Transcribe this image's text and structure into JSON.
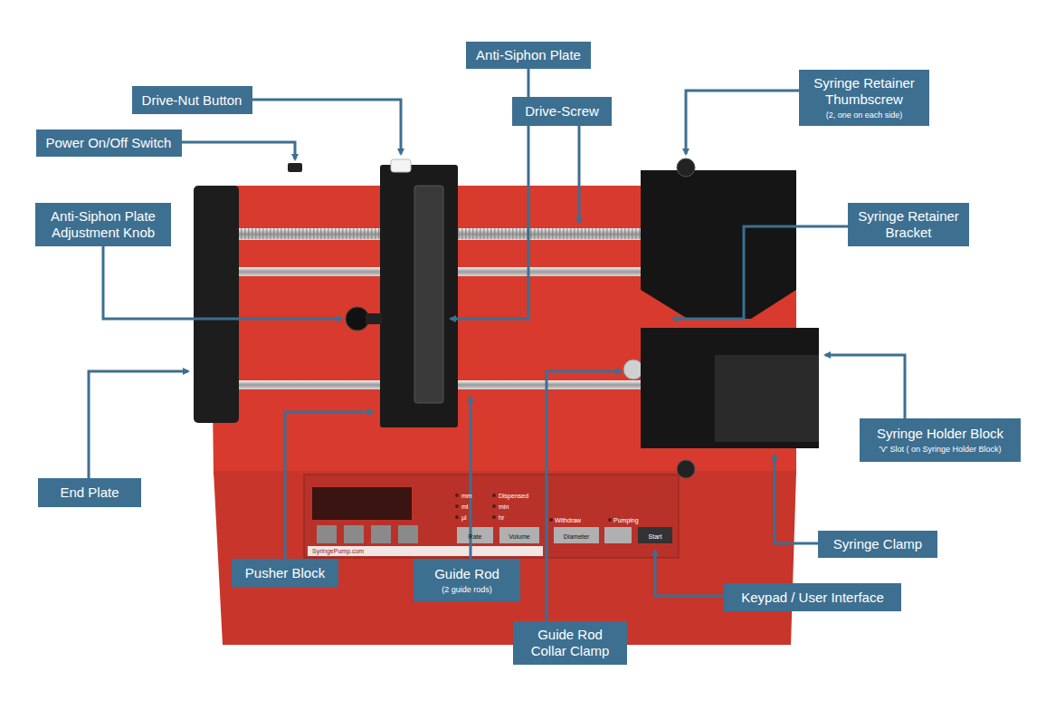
{
  "diagram": {
    "nodes": [
      {
        "text": [
          "Anti-Siphon Plate"
        ]
      },
      {
        "text": [
          "Drive-Nut Button"
        ]
      },
      {
        "text": [
          "Drive-Screw"
        ]
      },
      {
        "text": [
          "Syringe Retainer Thumbscrew",
          "(2, one on each side)"
        ]
      },
      {
        "text": [
          "Power On/Off Switch"
        ]
      },
      {
        "text": [
          "Anti-Siphon Plate Adjustment Knob"
        ]
      },
      {
        "text": [
          "Syringe Retainer Bracket"
        ]
      },
      {
        "text": [
          "End Plate"
        ]
      },
      {
        "text": [
          "Syringe Holder Block",
          "'V' Slot ( on Syringe Holder Block)"
        ]
      },
      {
        "text": [
          "Syringe Clamp"
        ]
      },
      {
        "text": [
          "Pusher Block"
        ]
      },
      {
        "text": [
          "Guide Rod",
          "(2 guide rods)"
        ]
      },
      {
        "text": [
          "Keypad / User Interface"
        ]
      },
      {
        "text": [
          "Guide Rod Collar Clamp"
        ]
      }
    ],
    "labels": [
      "mm",
      "ml",
      "µl",
      "Dispensed",
      "min",
      "hr",
      "Withdraw",
      "Pumping",
      "Rate",
      "Volume",
      "Diameter",
      "Start",
      "SyringePump.com"
    ]
  }
}
